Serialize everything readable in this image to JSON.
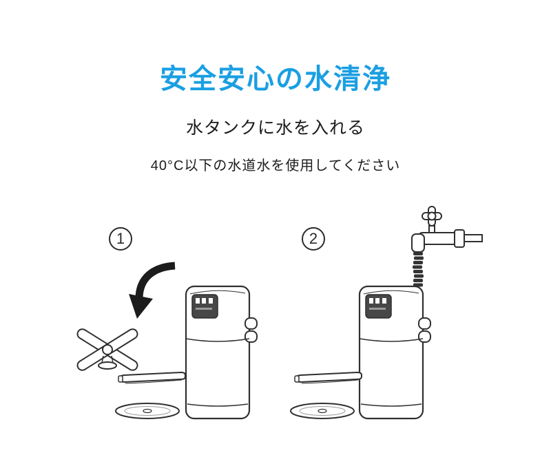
{
  "page": {
    "title": "安全安心の水清浄",
    "subtitle": "水タンクに水を入れる",
    "note": "40°C以下の水道水を使用してください"
  },
  "colors": {
    "title_blue": "#1a9fe2",
    "line": "#2f2f2f"
  },
  "steps": [
    {
      "number": "1",
      "illustration": "remove-tank-cap"
    },
    {
      "number": "2",
      "illustration": "fill-tank-with-tap-water"
    }
  ],
  "icons": [
    "curved-arrow-icon",
    "tank-cap-icon",
    "water-purifier-device",
    "drip-tray-icon",
    "base-plate-icon",
    "faucet-icon",
    "hose-icon"
  ]
}
